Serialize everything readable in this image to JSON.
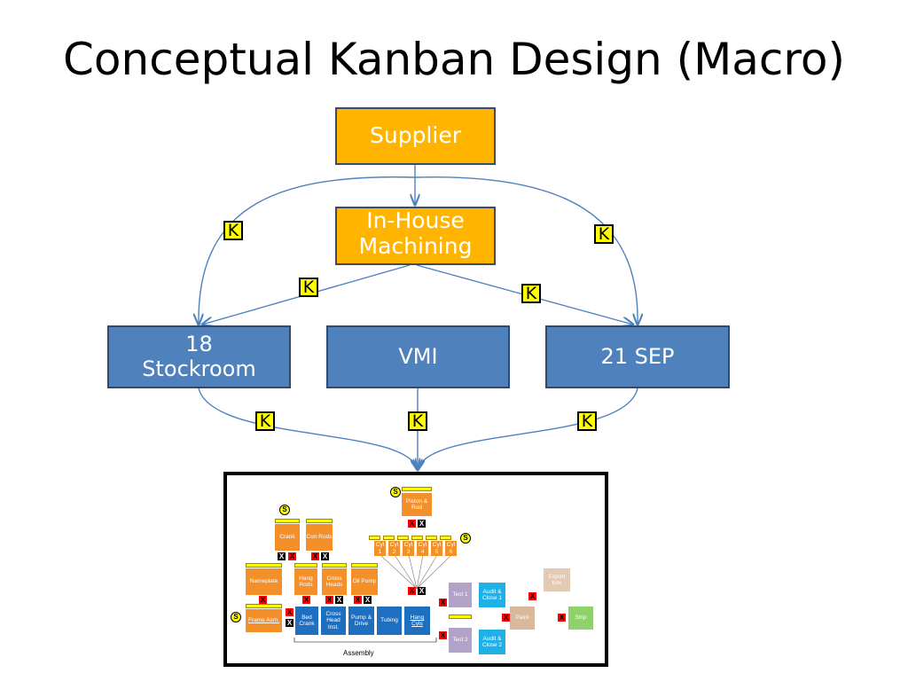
{
  "title": "Conceptual Kanban Design (Macro)",
  "nodes": {
    "supplier": "Supplier",
    "inhouse": "In-House Machining",
    "stockroom": "18 Stockroom",
    "vmi": "VMI",
    "sep": "21 SEP"
  },
  "kanban_symbol": "K",
  "colors": {
    "orange": "#ffb400",
    "blue": "#4f81bd",
    "kanban": "#ffff00"
  },
  "layout_detail": {
    "crank": "Crank",
    "con_rods": "Con Rods",
    "piston_rod": "Piston & Rod",
    "cyls": [
      "Cyl 1",
      "Cyl 2",
      "Cyl 3",
      "Cyl 4",
      "Cyl 5",
      "Cyl 6"
    ],
    "nameplate": "Nameplate",
    "hang_rods": "Hang Rods",
    "cross_heads": "Cross Heads",
    "oil_pump": "Oil Pump",
    "frame_asm": "Frame Asm.",
    "bed_crank": "Bed Crank",
    "cross_head_inst": "Cross Head Inst.",
    "pump_drive": "Pump & Drive",
    "tubing": "Tubing",
    "hang_cyls": "Hang Cyls",
    "test1": "Test 1",
    "test2": "Test 2",
    "audit1": "Audit & Close 1",
    "audit2": "Audit & Close 2",
    "paint": "Paint",
    "export_box": "Export box",
    "ship": "Ship",
    "assembly": "Assembly",
    "s_mark": "S",
    "x_mark": "X"
  }
}
